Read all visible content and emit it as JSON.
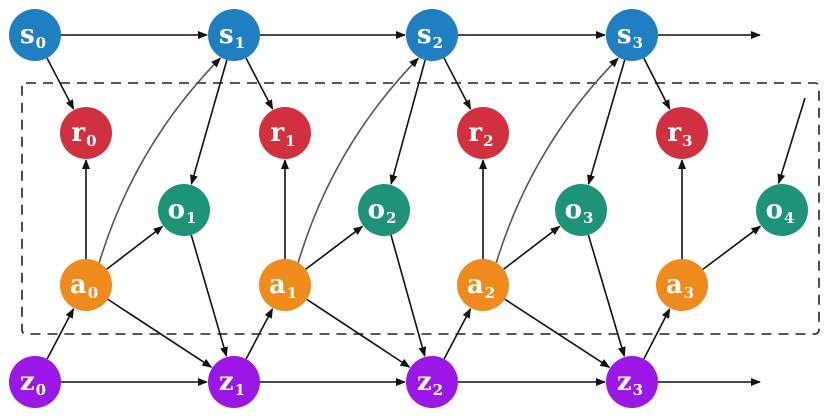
{
  "colors": {
    "state": "#1f7fc0",
    "reward": "#d1313f",
    "observation": "#1d9478",
    "action": "#ef8a1d",
    "latent": "#9b17e6",
    "edge": "#111111",
    "box": "#222222"
  },
  "nodes": {
    "s0": {
      "base": "s",
      "sub": "0",
      "kind": "state"
    },
    "s1": {
      "base": "s",
      "sub": "1",
      "kind": "state"
    },
    "s2": {
      "base": "s",
      "sub": "2",
      "kind": "state"
    },
    "s3": {
      "base": "s",
      "sub": "3",
      "kind": "state"
    },
    "r0": {
      "base": "r",
      "sub": "0",
      "kind": "reward"
    },
    "r1": {
      "base": "r",
      "sub": "1",
      "kind": "reward"
    },
    "r2": {
      "base": "r",
      "sub": "2",
      "kind": "reward"
    },
    "r3": {
      "base": "r",
      "sub": "3",
      "kind": "reward"
    },
    "o1": {
      "base": "o",
      "sub": "1",
      "kind": "observation"
    },
    "o2": {
      "base": "o",
      "sub": "2",
      "kind": "observation"
    },
    "o3": {
      "base": "o",
      "sub": "3",
      "kind": "observation"
    },
    "o4": {
      "base": "o",
      "sub": "4",
      "kind": "observation"
    },
    "a0": {
      "base": "a",
      "sub": "0",
      "kind": "action"
    },
    "a1": {
      "base": "a",
      "sub": "1",
      "kind": "action"
    },
    "a2": {
      "base": "a",
      "sub": "2",
      "kind": "action"
    },
    "a3": {
      "base": "a",
      "sub": "3",
      "kind": "action"
    },
    "z0": {
      "base": "z",
      "sub": "0",
      "kind": "latent"
    },
    "z1": {
      "base": "z",
      "sub": "1",
      "kind": "latent"
    },
    "z2": {
      "base": "z",
      "sub": "2",
      "kind": "latent"
    },
    "z3": {
      "base": "z",
      "sub": "3",
      "kind": "latent"
    }
  },
  "edges": [
    {
      "from": "s0",
      "to": "s1"
    },
    {
      "from": "s1",
      "to": "s2"
    },
    {
      "from": "s2",
      "to": "s3"
    },
    {
      "from": "s3",
      "to": "s-next"
    },
    {
      "from": "s0",
      "to": "r0"
    },
    {
      "from": "s1",
      "to": "r1"
    },
    {
      "from": "s2",
      "to": "r2"
    },
    {
      "from": "s3",
      "to": "r3"
    },
    {
      "from": "s1",
      "to": "o1"
    },
    {
      "from": "s2",
      "to": "o2"
    },
    {
      "from": "s3",
      "to": "o3"
    },
    {
      "from": "s-next",
      "to": "o4"
    },
    {
      "from": "a0",
      "to": "r0"
    },
    {
      "from": "a1",
      "to": "r1"
    },
    {
      "from": "a2",
      "to": "r2"
    },
    {
      "from": "a3",
      "to": "r3"
    },
    {
      "from": "a0",
      "to": "o1"
    },
    {
      "from": "a1",
      "to": "o2"
    },
    {
      "from": "a2",
      "to": "o3"
    },
    {
      "from": "a3",
      "to": "o4"
    },
    {
      "from": "a0",
      "to": "s1"
    },
    {
      "from": "a1",
      "to": "s2"
    },
    {
      "from": "a2",
      "to": "s3"
    },
    {
      "from": "o1",
      "to": "z1"
    },
    {
      "from": "o2",
      "to": "z2"
    },
    {
      "from": "o3",
      "to": "z3"
    },
    {
      "from": "a0",
      "to": "z1"
    },
    {
      "from": "a1",
      "to": "z2"
    },
    {
      "from": "a2",
      "to": "z3"
    },
    {
      "from": "z0",
      "to": "a0"
    },
    {
      "from": "z1",
      "to": "a1"
    },
    {
      "from": "z2",
      "to": "a2"
    },
    {
      "from": "z3",
      "to": "a3"
    },
    {
      "from": "z0",
      "to": "z1"
    },
    {
      "from": "z1",
      "to": "z2"
    },
    {
      "from": "z2",
      "to": "z3"
    },
    {
      "from": "z3",
      "to": "z-next"
    }
  ]
}
